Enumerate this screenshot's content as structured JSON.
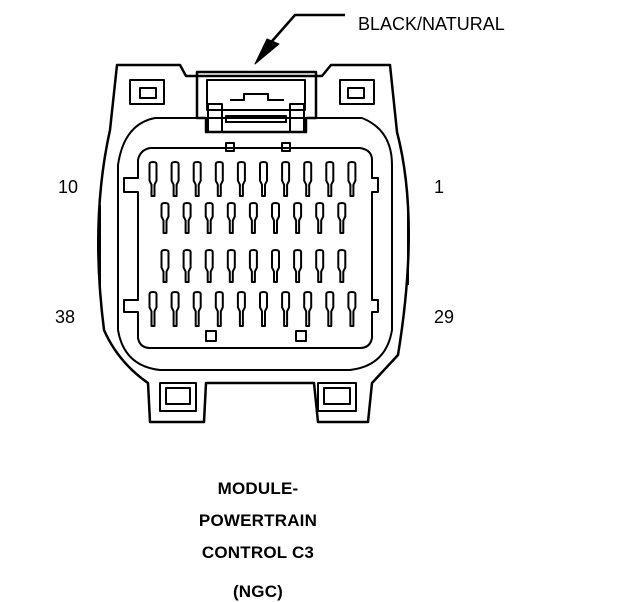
{
  "callout": {
    "text": "BLACK/NATURAL"
  },
  "pin_labels": {
    "top_left": "10",
    "top_right": "1",
    "bottom_left": "38",
    "bottom_right": "29"
  },
  "title_lines": [
    "MODULE-",
    "POWERTRAIN",
    "CONTROL C3",
    "(NGC)"
  ],
  "pin_rows": {
    "row1": 10,
    "row2": 9,
    "row3": 9,
    "row4": 10
  }
}
